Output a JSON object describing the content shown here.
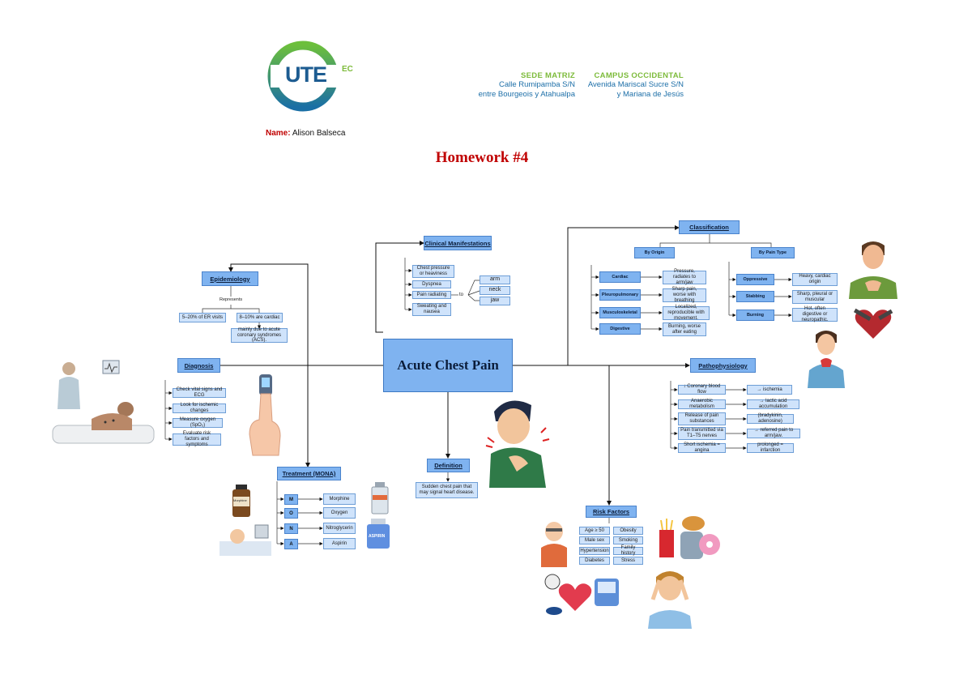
{
  "logo": {
    "text": "UTE",
    "suffix": "EC"
  },
  "campus": {
    "main": {
      "title": "SEDE MATRIZ",
      "line1": "Calle Rumipamba S/N",
      "line2": "entre Bourgeois y Atahualpa"
    },
    "west": {
      "title": "CAMPUS OCCIDENTAL",
      "line1": "Avenida Mariscal Sucre S/N",
      "line2": "y Mariana de Jesús"
    }
  },
  "student": {
    "label": "Name:",
    "value": "Alison Balseca"
  },
  "doc_title": "Homework #4",
  "central": "Acute Chest  Pain",
  "epidemiology": {
    "title": "Epidemiology",
    "represents": "Represents",
    "items": [
      "5–20% of ER visits",
      "8–10% are cardiac"
    ],
    "detail": "mainly due to acute coronary syndromes (ACS)."
  },
  "clinical": {
    "title": "Clinical Manifestations",
    "items": [
      "Chest pressure or heaviness",
      "Dyspnea",
      "Pain radiating",
      "Sweating and nausea"
    ],
    "to": "to",
    "radiates": [
      "arm",
      "neck",
      "jaw"
    ]
  },
  "classification": {
    "title": "Classification",
    "origin": {
      "title": "By Origin",
      "rows": [
        {
          "label": "Cardiac",
          "desc": "Pressure, radiates to arm/jaw"
        },
        {
          "label": "Pleuropulmonary",
          "desc": "Sharp pain, worse with breathing"
        },
        {
          "label": "Musculoskeletal",
          "desc": "Localized, reproducible with movement."
        },
        {
          "label": "Digestive",
          "desc": "Burning, worse after eating"
        }
      ]
    },
    "paintype": {
      "title": "By Pain Type",
      "rows": [
        {
          "label": "Oppressive",
          "desc": "Heavy, cardiac origin"
        },
        {
          "label": "Stabbing",
          "desc": "Sharp, pleural or muscular"
        },
        {
          "label": "Burning",
          "desc": "Hot, often digestive or neuropathic."
        }
      ]
    }
  },
  "diagnosis": {
    "title": "Diagnosis",
    "items": [
      "Check vital signs and ECG",
      "Look for ischemic changes",
      "Measure oxygen (SpO₂)",
      "Evaluate risk factors and symptoms"
    ]
  },
  "pathophysiology": {
    "title": "Pathophysiology",
    "rows": [
      {
        "cause": "↓ Coronary blood flow",
        "effect": "→ ischemia"
      },
      {
        "cause": "Anaerobic metabolism",
        "effect": "→ lactic acid accumulation"
      },
      {
        "cause": "Release of pain substances",
        "effect": "(bradykinin, adenosine)"
      },
      {
        "cause": "Pain transmitted via T1–T5 nerves",
        "effect": "→ referred pain to arm/jaw."
      },
      {
        "cause": "Short ischemia = angina",
        "effect": "prolonged = infarction"
      }
    ]
  },
  "treatment": {
    "title": "Treatment (MONA)",
    "rows": [
      {
        "letter": "M",
        "drug": "Morphine"
      },
      {
        "letter": "O",
        "drug": "Oxygen"
      },
      {
        "letter": "N",
        "drug": "Nitroglycerin"
      },
      {
        "letter": "A",
        "drug": "Aspirin"
      }
    ],
    "labels": {
      "morphine": "Morphine",
      "aspirin": "ASPIRIN"
    }
  },
  "definition": {
    "title": "Definition",
    "text": "Sudden chest pain that may signal heart disease."
  },
  "risk": {
    "title": "Risk Factors",
    "items": [
      [
        "Age ≥ 50",
        "Obesity"
      ],
      [
        "Male sex",
        "Smoking"
      ],
      [
        "Hypertension",
        "Family history"
      ],
      [
        "Diabetes",
        "Stress"
      ]
    ]
  },
  "colors": {
    "head": "#7fb3f0",
    "box": "#cfe3fb",
    "title": "#c00000",
    "green": "#7dbb3b",
    "blue": "#1d6fa8"
  }
}
